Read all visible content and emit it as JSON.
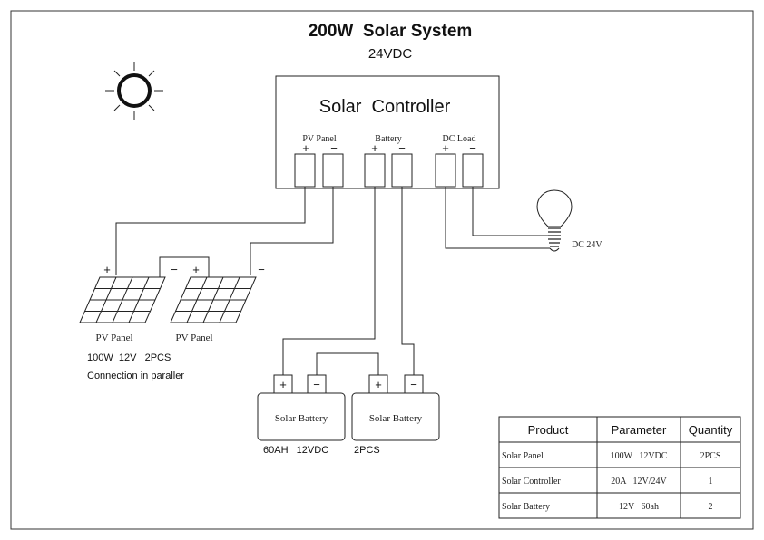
{
  "title": "200W  Solar System",
  "subtitle": "24VDC",
  "controller": {
    "name": "Solar  Controller",
    "pv_label": "PV Panel",
    "battery_label": "Battery",
    "load_label": "DC Load"
  },
  "signs": {
    "plus": "+",
    "minus": "−"
  },
  "panels": {
    "label": "PV Panel",
    "spec": "100W  12V   2PCS",
    "note": "Connection in paraller"
  },
  "batteries": {
    "label": "Solar Battery",
    "spec1": "60AH   12VDC",
    "spec2": "2PCS"
  },
  "load": {
    "label": "DC 24V"
  },
  "table": {
    "headers": [
      "Product",
      "Parameter",
      "Quantity"
    ],
    "rows": [
      [
        "Solar Panel",
        "100W   12VDC",
        "2PCS"
      ],
      [
        "Solar Controller",
        "20A   12V/24V",
        "1"
      ],
      [
        "Solar Battery",
        "12V   60ah",
        "2"
      ]
    ]
  }
}
